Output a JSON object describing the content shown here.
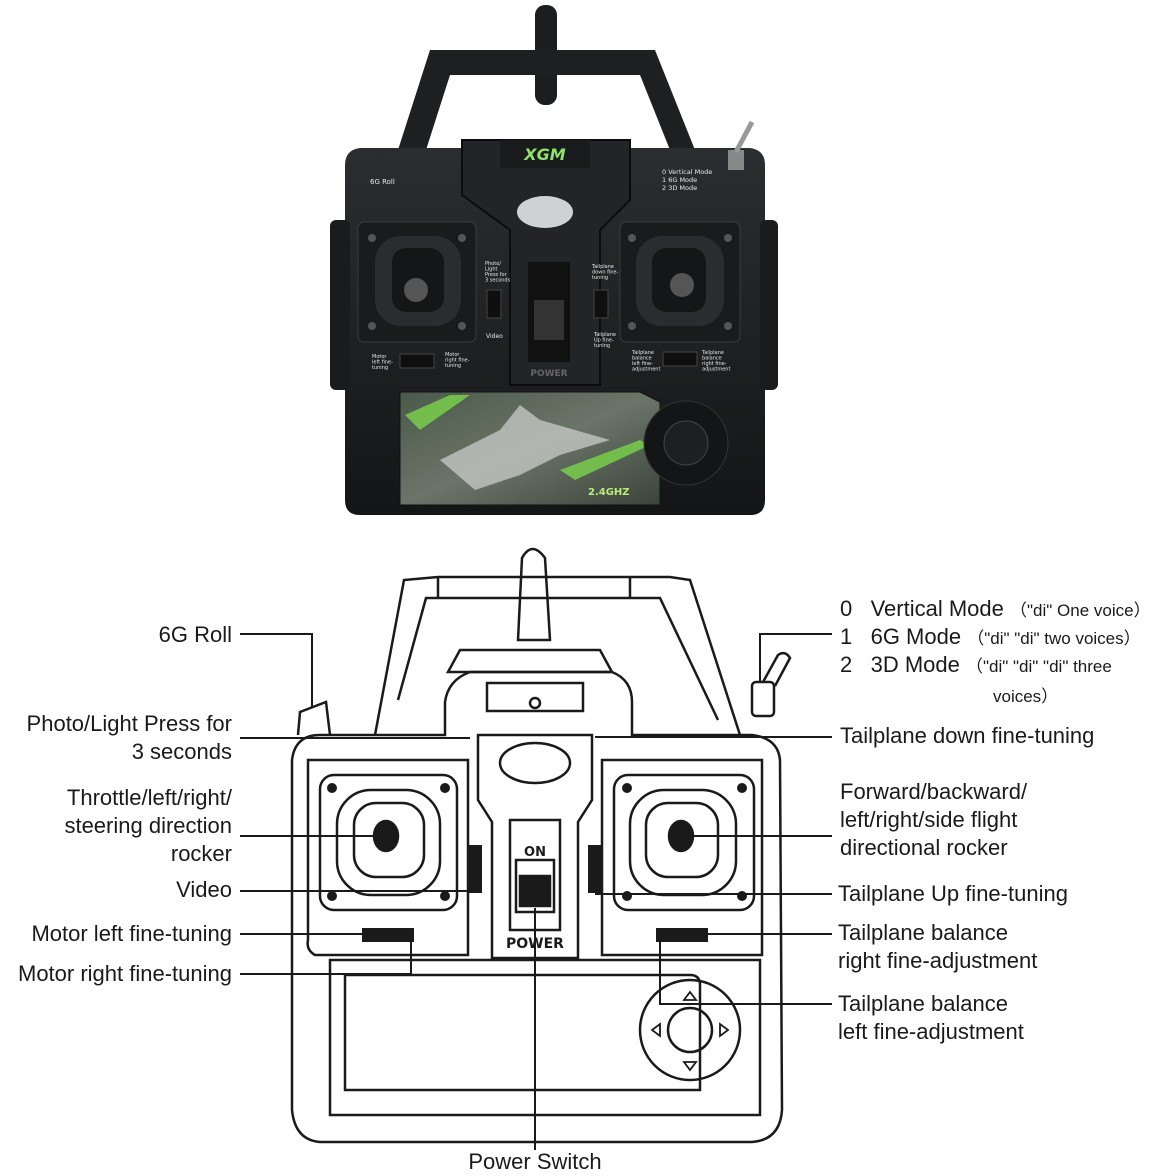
{
  "photo": {
    "brand": "XGM",
    "label_6g_roll": "6G Roll",
    "mode_lines": [
      "0   Vertical Mode",
      "1   6G Mode",
      "2   3D Mode"
    ],
    "photo_light": "Photo/\nLight\nPress for\n3 seconds",
    "video": "Video",
    "tailplane_down": "Tailplane\ndown fine-\ntuning",
    "tailplane_up": "Tailplane\nUp fine-\ntuning",
    "motor_left": "Motor\nleft fine-\ntuning",
    "motor_right": "Motor\nright fine-\ntuning",
    "tail_bal_left": "Tailplane\nbalance\nleft fine-\nadjustment",
    "tail_bal_right": "Tailplane\nbalance\nright fine-\nadjustment",
    "power": "POWER",
    "freq": "2.4GHZ"
  },
  "diagram": {
    "switch_on": "ON",
    "switch_power": "POWER",
    "labels": {
      "roll": "6G Roll",
      "photo": "Photo/Light Press for\n3 seconds",
      "throttle": "Throttle/left/right/\nsteering direction\nrocker",
      "video": "Video",
      "motor_left": "Motor left fine-tuning",
      "motor_right": "Motor right fine-tuning",
      "tail_down": "Tailplane down fine-tuning",
      "forward": "Forward/backward/\nleft/right/side flight\ndirectional rocker",
      "tail_up": "Tailplane Up fine-tuning",
      "bal_right": "Tailplane balance\nright fine-adjustment",
      "bal_left": "Tailplane balance\nleft fine-adjustment",
      "power_switch": "Power Switch"
    },
    "modes": [
      {
        "num": "0",
        "name": "Vertical Mode",
        "voice": "（\"di\" One voice）"
      },
      {
        "num": "1",
        "name": "6G Mode",
        "voice": "（\"di\" \"di\" two voices）"
      },
      {
        "num": "2",
        "name": "3D Mode",
        "voice": "（\"di\" \"di\" \"di\" three"
      }
    ],
    "mode_cont": "voices）"
  }
}
